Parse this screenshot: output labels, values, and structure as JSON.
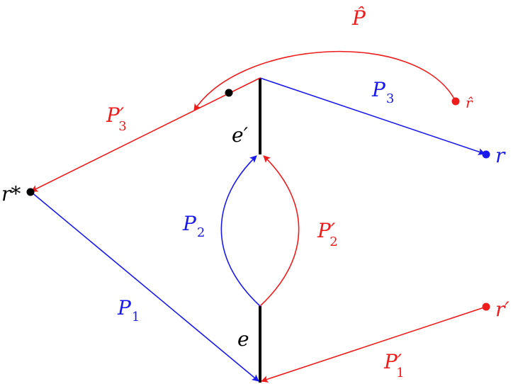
{
  "colors": {
    "red": "#ee1c1c",
    "blue": "#1a1aee",
    "black": "#000000"
  },
  "labels": {
    "p_hat": "P̂",
    "r_hat": "r̂",
    "r": "r",
    "r_star": "r*",
    "r_prime": "r′",
    "e": "e",
    "e_prime": "e′",
    "p3_main": "P",
    "p3_sub": "3",
    "p3p_main": "P′",
    "p3p_sub": "3",
    "p2_main": "P",
    "p2_sub": "2",
    "p2p_main": "P′",
    "p2p_sub": "2",
    "p1_main": "P",
    "p1_sub": "1",
    "p1p_main": "P′",
    "p1p_sub": "1"
  }
}
